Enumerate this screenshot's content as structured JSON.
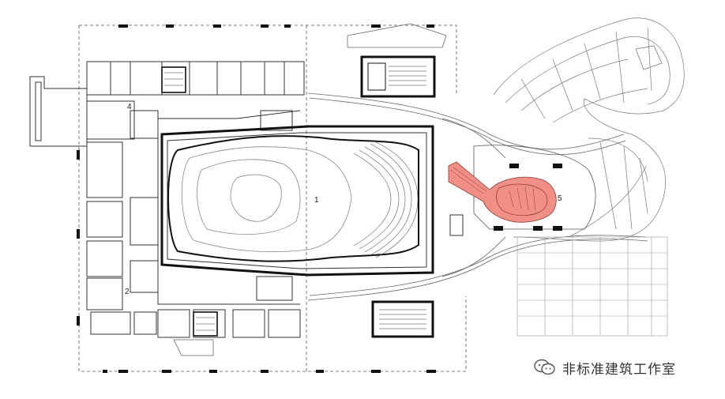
{
  "plan": {
    "room_labels": [
      "1",
      "2",
      "4",
      "5"
    ],
    "highlight_color": "#f08f86",
    "line_color": "#2a2a2a"
  },
  "watermark": {
    "text": "非标准建筑工作室",
    "icon": "wechat-icon"
  }
}
